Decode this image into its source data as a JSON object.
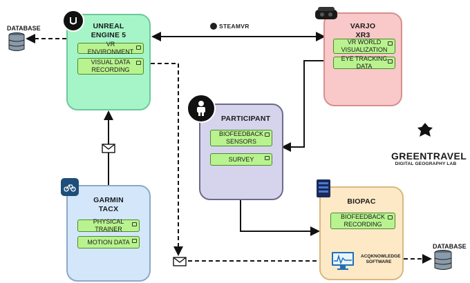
{
  "unreal": {
    "title": "UNREAL ENGINE 5",
    "items": [
      "VR ENVIRONMENT",
      "VISUAL DATA RECORDING"
    ],
    "color": "#a6f5c8"
  },
  "varjo": {
    "title": "VARJO XR3",
    "items": [
      "VR WORLD VISUALIZATION",
      "EYE TRACKING DATA"
    ],
    "color": "#f9c8c8"
  },
  "participant": {
    "title": "PARTICIPANT",
    "items": [
      "BIOFEEDBACK SENSORS",
      "SURVEY"
    ],
    "color": "#d6d4ec"
  },
  "garmin": {
    "title": "GARMIN TACX",
    "items": [
      "PHYSICAL TRAINER",
      "MOTION DATA"
    ],
    "color": "#d4e6fa"
  },
  "biopac": {
    "title": "BIOPAC",
    "items": [
      "BIOFEEDBACK RECORDING"
    ],
    "software": "ACQKNOWLEDGE SOFTWARE",
    "color": "#fde9c6"
  },
  "databases": [
    "DATABASE",
    "DATABASE"
  ],
  "steamvr_label": "STEAMVR",
  "logo": {
    "name": "GREENTRAVEL",
    "subtitle": "DIGITAL GEOGRAPHY LAB"
  }
}
